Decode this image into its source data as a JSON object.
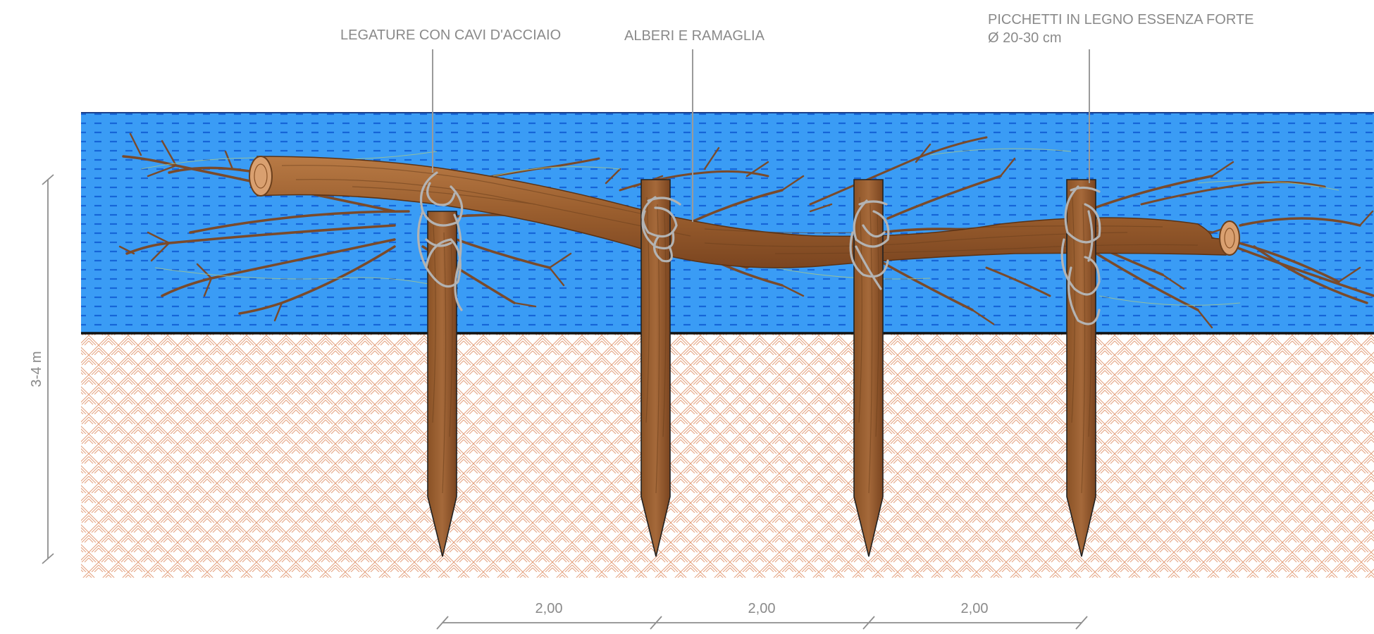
{
  "labels": {
    "ties": "LEGATURE CON CAVI D'ACCIAIO",
    "trees": "ALBERI E RAMAGLIA",
    "stakes_line1": "PICCHETTI IN LEGNO ESSENZA FORTE",
    "stakes_line2": "Ø 20-30 cm"
  },
  "dimensions": {
    "height": "3-4 m",
    "spacing": [
      "2,00",
      "2,00",
      "2,00"
    ]
  },
  "colors": {
    "water": "#3a9cf5",
    "water_dash": "#1565d8",
    "soil_hatch": "#e0a080",
    "wood": "#9a5e2e",
    "wood_dark": "#6b3f1c",
    "wire": "#b3b3b3"
  }
}
